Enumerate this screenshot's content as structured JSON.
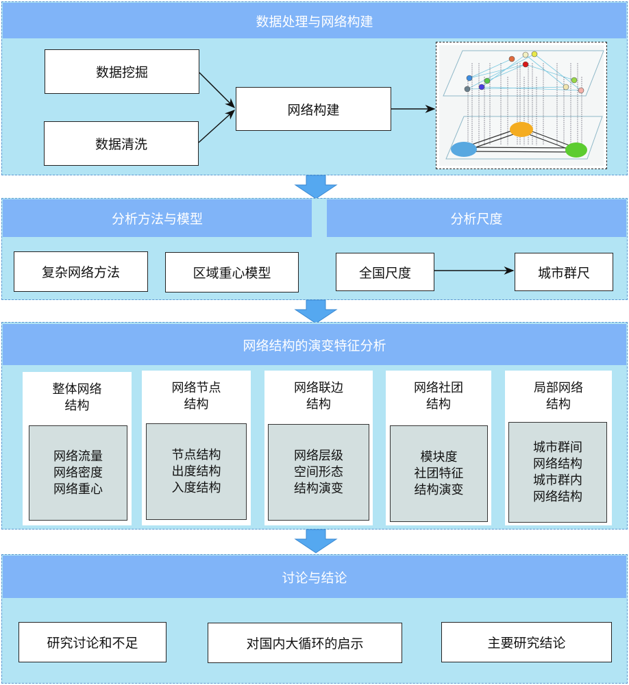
{
  "section1": {
    "title": "数据处理与网络构建",
    "boxes": {
      "mining": "数据挖掘",
      "cleaning": "数据清洗",
      "construction": "网络构建"
    },
    "illustration": "multilayer-network-illustration",
    "node_colors": [
      "#e06a3c",
      "#f3f0c2",
      "#e8e84a",
      "#d81818",
      "#3d8de0",
      "#58c84a",
      "#6a7f8c",
      "#4a3ce0",
      "#f0e6b0",
      "#9ad84a",
      "#f4b0a8"
    ],
    "hub_colors": [
      "#f4ac20",
      "#58a8e0",
      "#5ccc30"
    ]
  },
  "section2": {
    "left_title": "分析方法与模型",
    "right_title": "分析尺度",
    "methods": [
      "复杂网络方法",
      "区域重心模型"
    ],
    "scales": [
      "全国尺度",
      "城市群尺"
    ]
  },
  "section3": {
    "title": "网络结构的演变特征分析",
    "cards": [
      {
        "title": [
          "整体网络",
          "结构"
        ],
        "items": [
          "网络流量",
          "网络密度",
          "网络重心"
        ]
      },
      {
        "title": [
          "网络节点",
          "结构"
        ],
        "items": [
          "节点结构",
          "出度结构",
          "入度结构"
        ]
      },
      {
        "title": [
          "网络联边",
          "结构"
        ],
        "items": [
          "网络层级",
          "空间形态",
          "结构演变"
        ]
      },
      {
        "title": [
          "网络社团",
          "结构"
        ],
        "items": [
          "模块度",
          "社团特征",
          "结构演变"
        ]
      },
      {
        "title": [
          "局部网络",
          "结构"
        ],
        "items": [
          "城市群间",
          "网络结构",
          "城市群内",
          "网络结构"
        ]
      }
    ]
  },
  "section4": {
    "title": "讨论与结论",
    "boxes": [
      "研究讨论和不足",
      "对国内大循环的启示",
      "主要研究结论"
    ]
  },
  "colors": {
    "panel_bg": "#b2e4f4",
    "header_bg": "#80b4f8",
    "arrow_fill": "#55a8f0",
    "inner_box_bg": "#d3dfdf"
  }
}
